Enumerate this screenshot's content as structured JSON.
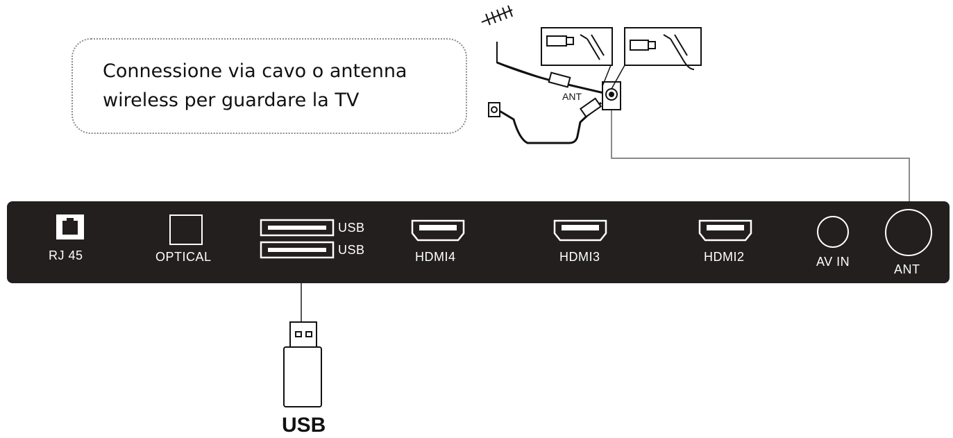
{
  "callout": {
    "line1": "Connessione via cavo o antenna",
    "line2": "wireless per guardare la TV"
  },
  "antenna_diagram": {
    "ant_label": "ANT"
  },
  "panel": {
    "background": "#231f1f",
    "ports": {
      "rj45": "RJ 45",
      "optical": "OPTICAL",
      "usb_top": "USB",
      "usb_bottom": "USB",
      "hdmi4": "HDMI4",
      "hdmi3": "HDMI3",
      "hdmi2": "HDMI2",
      "av_in": "AV IN",
      "ant": "ANT"
    }
  },
  "usb_device": {
    "label": "USB"
  }
}
